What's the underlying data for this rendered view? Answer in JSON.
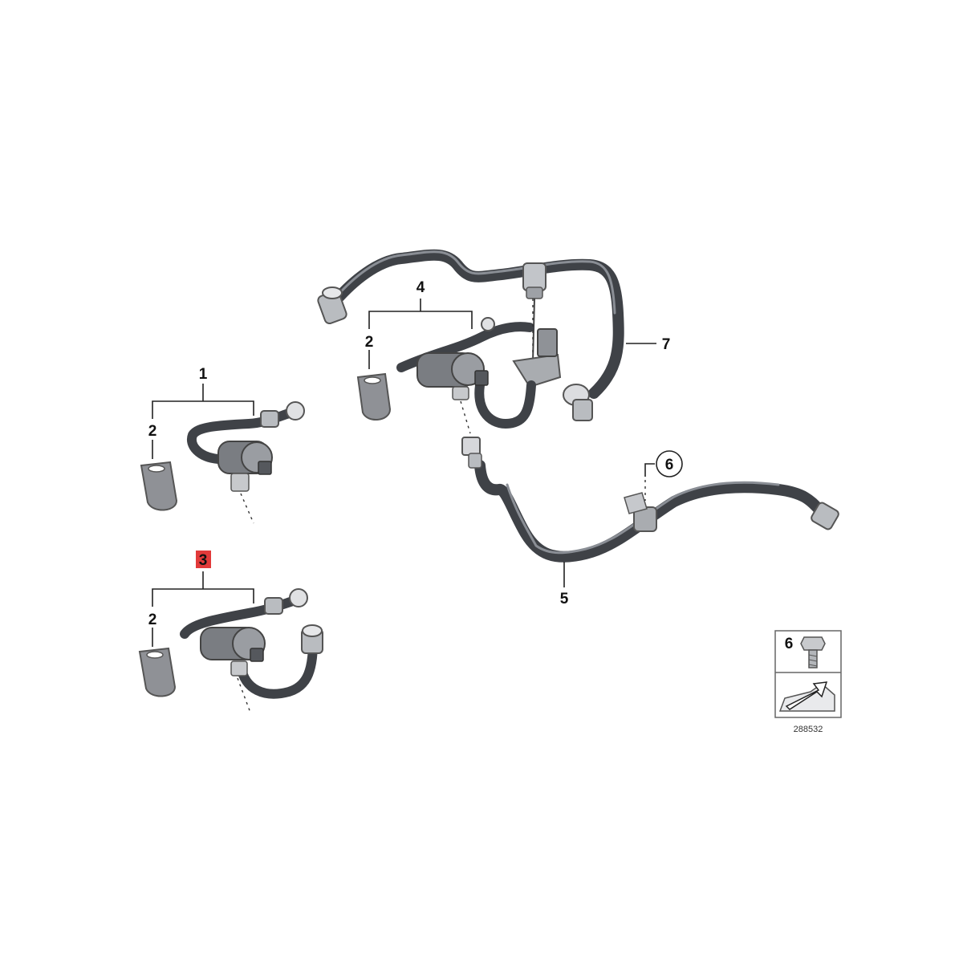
{
  "callouts": {
    "c1": "1",
    "c2a": "2",
    "c2b": "2",
    "c2c": "2",
    "c3": "3",
    "c4": "4",
    "c5": "5",
    "c6": "6",
    "c7": "7"
  },
  "legend": {
    "label": "6",
    "ref_code": "288532"
  },
  "colors": {
    "hose": "#4a4d53",
    "hose_highlight": "#8a8e95",
    "metal": "#b9bcc0",
    "clamp": "#8f9196",
    "highlight_box": "#e23a3a",
    "line": "#222222"
  }
}
